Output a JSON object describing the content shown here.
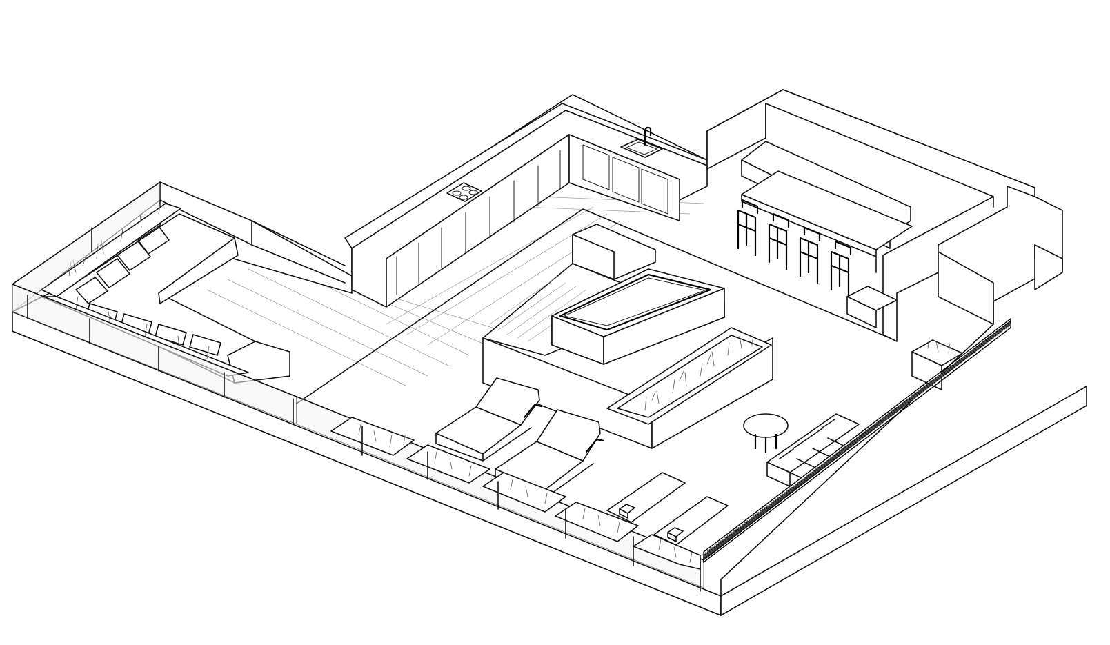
{
  "drawing": {
    "style": "isometric line drawing",
    "line_color": "#111111",
    "background_color": "#ffffff",
    "glass_tint": "#f4f4f4",
    "zones": [
      {
        "id": "lounge-deck",
        "features": [
          "l-shaped-sofa",
          "planter-boxes",
          "glass-railing"
        ]
      },
      {
        "id": "kitchen",
        "features": [
          "cooktop",
          "sink-with-faucet",
          "base-cabinets"
        ]
      },
      {
        "id": "dining",
        "features": [
          "dining-table",
          "bar-stools",
          "bench"
        ]
      },
      {
        "id": "pool-terrace",
        "features": [
          "plunge-pool",
          "steps",
          "planter-bed",
          "sun-loungers"
        ]
      },
      {
        "id": "yoga-area",
        "features": [
          "yoga-mats",
          "yoga-blocks"
        ]
      },
      {
        "id": "side-lounge",
        "features": [
          "round-side-table",
          "modular-sofa",
          "perforated-screen-wall"
        ]
      }
    ],
    "counts": {
      "bar_stools": 4,
      "sun_loungers": 2,
      "yoga_mats": 2,
      "cooktop_burners": 4,
      "sofa_cushions": 8,
      "railing_planters": 5
    }
  }
}
